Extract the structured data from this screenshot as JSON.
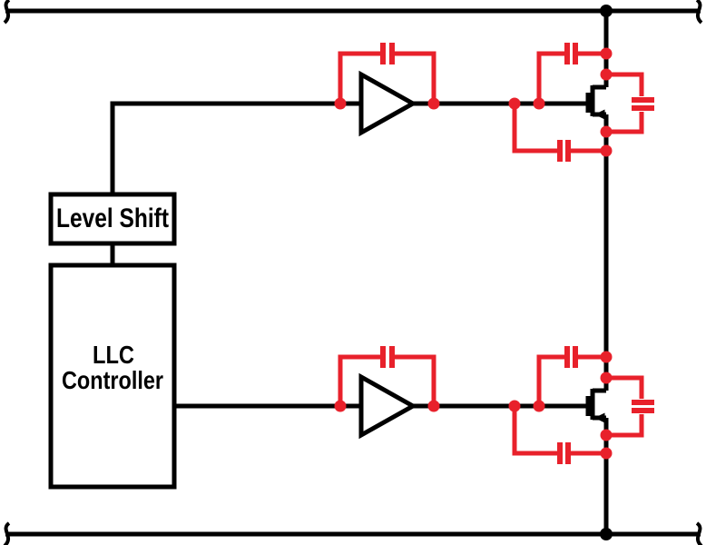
{
  "blocks": {
    "level_shift": {
      "label": "Level Shift"
    },
    "llc_controller": {
      "line1": "LLC",
      "line2": "Controller"
    }
  },
  "colors": {
    "wire": "#000000",
    "parasitic": "#e8212b",
    "block_fill": "#ffffff",
    "background": "#ffffff"
  }
}
